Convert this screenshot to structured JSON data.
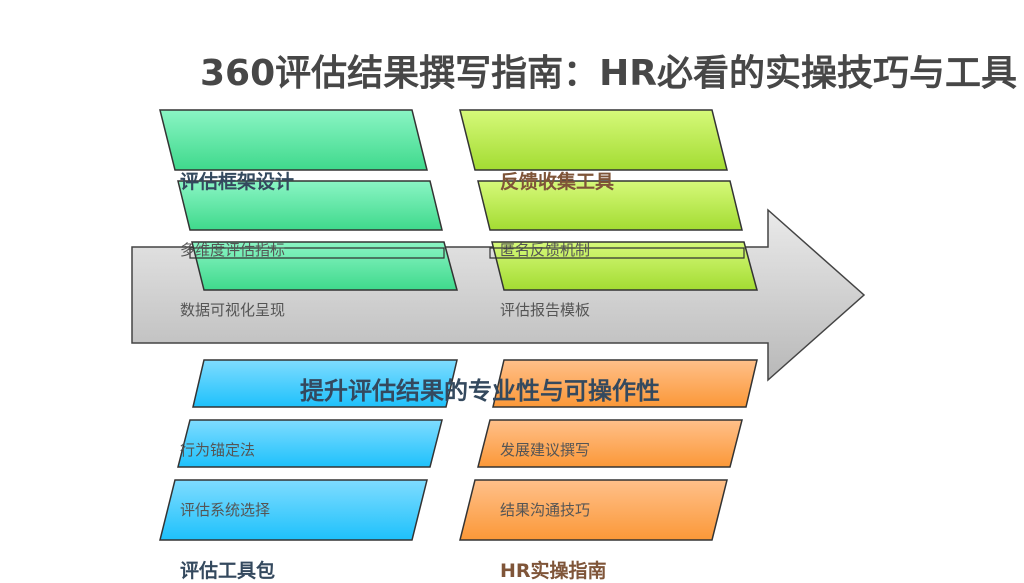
{
  "title": "360评估结果撰写指南：HR必看的实操技巧与工具",
  "center_label": "提升评估结果的专业性与可操作性",
  "branches": [
    {
      "category": "评估框架设计",
      "items": [
        "多维度评估指标",
        "数据可视化呈现"
      ],
      "color": "#34495e"
    },
    {
      "category": "反馈收集工具",
      "items": [
        "匿名反馈机制",
        "评估报告模板"
      ],
      "color": "#7f5539"
    },
    {
      "category": "评估工具包",
      "items": [
        "行为锚定法",
        "评估系统选择"
      ],
      "color": "#34495e"
    },
    {
      "category": "HR实操指南",
      "items": [
        "发展建议撰写",
        "结果沟通技巧"
      ],
      "color": "#7f5539"
    }
  ]
}
